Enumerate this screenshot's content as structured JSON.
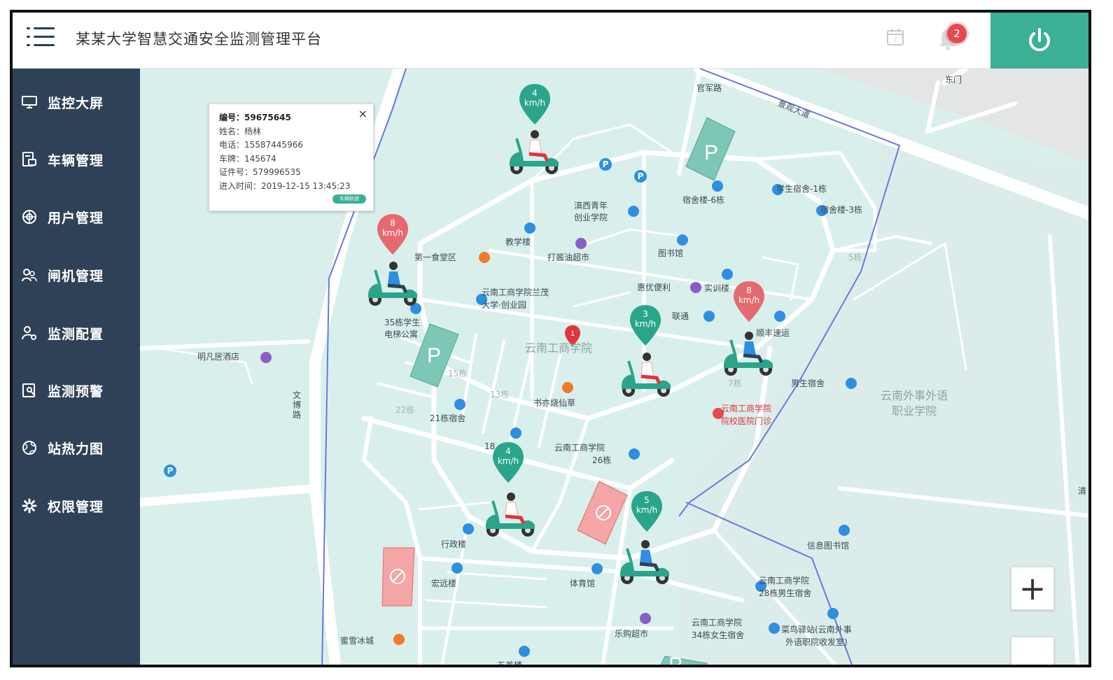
{
  "header": {
    "title": "某某大学智慧交通安全监测管理平台",
    "notification_count": "2",
    "calendar_day": "7",
    "accent_color": "#3bb094"
  },
  "sidebar": {
    "bg_color": "#2f4156",
    "items": [
      {
        "label": "监控大屏",
        "icon": "monitor-icon"
      },
      {
        "label": "车辆管理",
        "icon": "vehicle-doc-icon"
      },
      {
        "label": "用户管理",
        "icon": "user-target-icon"
      },
      {
        "label": "闸机管理",
        "icon": "users-icon"
      },
      {
        "label": "监测配置",
        "icon": "user-config-icon"
      },
      {
        "label": "监测预警",
        "icon": "warning-doc-icon"
      },
      {
        "label": "站热力图",
        "icon": "globe-icon"
      },
      {
        "label": "权限管理",
        "icon": "gear-icon"
      }
    ]
  },
  "popup": {
    "id_line": "编号：59675645",
    "name_line": "姓名：杨林",
    "phone_line": "电话：15587445966",
    "plate_line": "车牌：145674",
    "cert_line": "证件号：579996535",
    "time_line": "进入时间：2019-12-15 13:45:23",
    "close": "×",
    "track_label": "车辆轨迹"
  },
  "speed_markers": [
    {
      "value": "4",
      "unit": "km/h",
      "color": "#2aa58c"
    },
    {
      "value": "8",
      "unit": "km/h",
      "color": "#e56a70"
    },
    {
      "value": "3",
      "unit": "km/h",
      "color": "#2aa58c"
    },
    {
      "value": "8",
      "unit": "km/h",
      "color": "#e56a70"
    },
    {
      "value": "4",
      "unit": "km/h",
      "color": "#2aa58c"
    },
    {
      "value": "5",
      "unit": "km/h",
      "color": "#2aa58c"
    }
  ],
  "alert_marker": "1",
  "parking_letter": "P",
  "map_labels": {
    "guanjun_road": "官军路",
    "daoyuan_road": "景观大道",
    "east_gate": "东门",
    "dorm_6": "宿舍楼-6栋",
    "student_dorm_1": "学生宿舍-1栋",
    "dorm_3": "宿舍楼-3栋",
    "youth_school_1": "滇西青年",
    "youth_school_2": "创业学院",
    "teaching": "教学楼",
    "supermarket": "打酱油超市",
    "library": "图书馆",
    "canteen": "第一食堂区",
    "huiyou": "惠优便利",
    "training": "实训楼",
    "lianyuan": "联通",
    "fengsu": "顺丰速运",
    "yunnan_park_1": "云南工商学院兰茂",
    "yunnan_park_2": "大学·创业园",
    "dorm35_1": "35栋学生",
    "dorm35_2": "电梯公寓",
    "campus": "云南工商学院",
    "hotel": "明凡居酒店",
    "wenbo_road": "文博路",
    "dorm21": "21栋宿舍",
    "bookstore": "书亦烧仙草",
    "b15": "15栋",
    "b13": "13栋",
    "b22": "22栋",
    "b18": "18",
    "b7": "7栋",
    "b5": "5栋",
    "male_dorm": "男生宿舍",
    "clinic_1": "云南工商学院",
    "clinic_2": "院校医院门诊",
    "yw_1": "云南外事外语",
    "yw_2": "职业学院",
    "b26_1": "云南工商学院",
    "b26_2": "26栋",
    "admin": "行政楼",
    "hongyuan": "宏远楼",
    "gym": "体育馆",
    "info_lib": "信息图书馆",
    "dorm28_1": "云南工商学院",
    "dorm28_2": "28栋男生宿舍",
    "lexiang": "乐购超市",
    "dorm34_1": "云南工商学院",
    "dorm34_2": "34栋女生宿舍",
    "cainiao_1": "菜鸟驿站(云南外事",
    "cainiao_2": "外语职院收发室)",
    "mixue": "蜜雪冰城",
    "bottom": "五美楼",
    "edge": "清"
  },
  "zoom": {
    "in": "+",
    "out": "−"
  }
}
